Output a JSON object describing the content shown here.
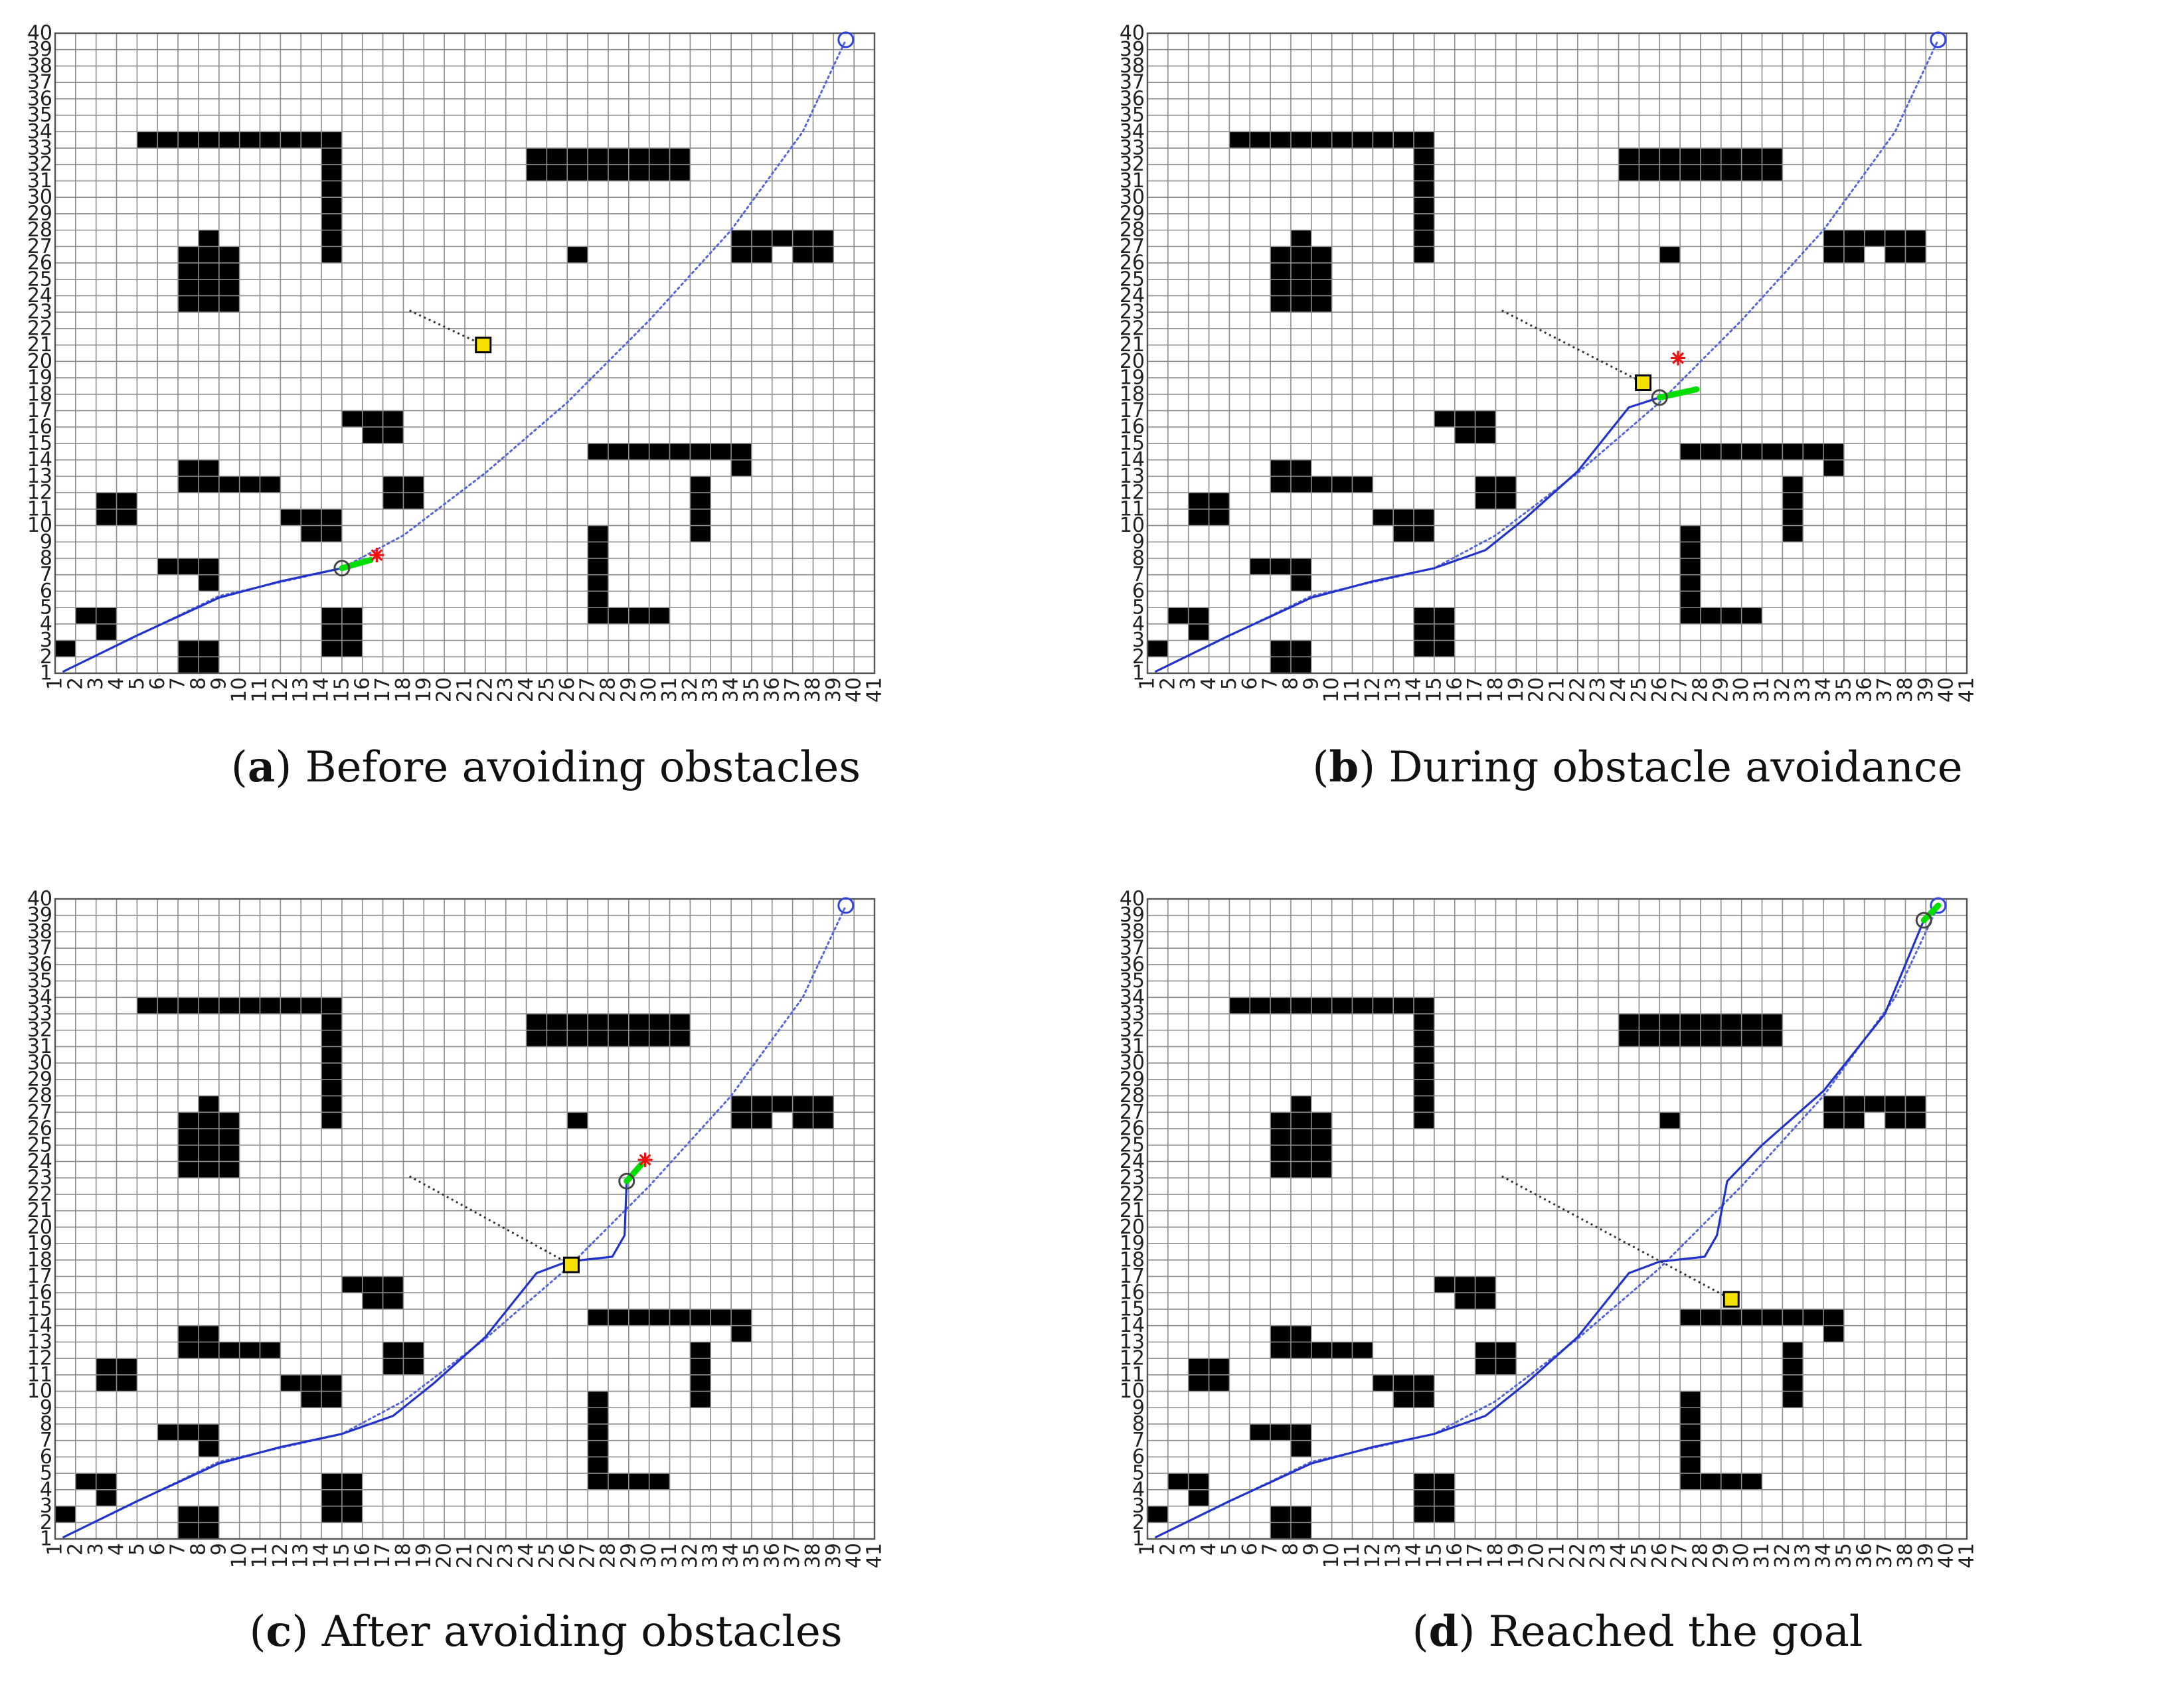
{
  "colors": {
    "grid": "#8c8c8c",
    "obstacle": "#000000",
    "path": "#2233cc",
    "planned": "#5566dd",
    "heading": "#00dd00",
    "target_star": "#ee1111",
    "moving_obstacle": "#f6e000",
    "robot": "#444444",
    "goal": "#3344dd",
    "obstacle_trail": "#333333"
  },
  "grid": {
    "x_ticks": [
      1,
      2,
      3,
      4,
      5,
      6,
      7,
      8,
      9,
      10,
      11,
      12,
      13,
      14,
      15,
      16,
      17,
      18,
      19,
      20,
      21,
      22,
      23,
      24,
      25,
      26,
      27,
      28,
      29,
      30,
      31,
      32,
      33,
      34,
      35,
      36,
      37,
      38,
      39,
      40,
      41
    ],
    "y_ticks": [
      1,
      2,
      3,
      4,
      5,
      6,
      7,
      8,
      9,
      10,
      11,
      12,
      13,
      14,
      15,
      16,
      17,
      18,
      19,
      20,
      21,
      22,
      23,
      24,
      25,
      26,
      27,
      28,
      29,
      30,
      31,
      32,
      33,
      34,
      35,
      36,
      37,
      38,
      39,
      40
    ],
    "x_range": [
      1,
      41
    ],
    "y_range": [
      1,
      40
    ]
  },
  "obstacles": [
    [
      5,
      34,
      15,
      33
    ],
    [
      14,
      33,
      15,
      26
    ],
    [
      7,
      27,
      10,
      23
    ],
    [
      8,
      28,
      9,
      27
    ],
    [
      24,
      33,
      32,
      31
    ],
    [
      26,
      27,
      27,
      26
    ],
    [
      34,
      28,
      36,
      26
    ],
    [
      36,
      28,
      37,
      27
    ],
    [
      37,
      28,
      39,
      26
    ],
    [
      15,
      17,
      18,
      16
    ],
    [
      16,
      16,
      18,
      15
    ],
    [
      7,
      14,
      9,
      12
    ],
    [
      9,
      13,
      12,
      12
    ],
    [
      3,
      12,
      5,
      10
    ],
    [
      17,
      13,
      19,
      11
    ],
    [
      12,
      11,
      15,
      10
    ],
    [
      13,
      10,
      15,
      9
    ],
    [
      6,
      8,
      9,
      7
    ],
    [
      8,
      7,
      9,
      6
    ],
    [
      27,
      15,
      35,
      14
    ],
    [
      34,
      14,
      35,
      13
    ],
    [
      32,
      13,
      33,
      9
    ],
    [
      27,
      10,
      28,
      4
    ],
    [
      28,
      5,
      31,
      4
    ],
    [
      2,
      5,
      4,
      4
    ],
    [
      3,
      4,
      4,
      3
    ],
    [
      1,
      3,
      2,
      2
    ],
    [
      7,
      3,
      9,
      1
    ],
    [
      14,
      5,
      16,
      2
    ]
  ],
  "planned_path": [
    [
      1.4,
      1.1
    ],
    [
      9,
      5.7
    ],
    [
      15,
      7.4
    ],
    [
      18,
      9.4
    ],
    [
      22,
      13.2
    ],
    [
      26,
      17.5
    ],
    [
      30,
      22.5
    ],
    [
      34,
      28
    ],
    [
      37.5,
      34
    ],
    [
      39.6,
      39.6
    ]
  ],
  "goal": [
    39.6,
    39.6
  ],
  "panels": [
    {
      "caption_letter": "a",
      "caption_text": " Before avoiding obstacles",
      "traveled": [
        [
          1.4,
          1.1
        ],
        [
          5,
          3.3
        ],
        [
          9,
          5.6
        ],
        [
          12,
          6.6
        ],
        [
          15,
          7.4
        ]
      ],
      "robot": [
        15,
        7.4
      ],
      "heading": [
        [
          15,
          7.4
        ],
        [
          16.4,
          7.9
        ]
      ],
      "star": [
        16.7,
        8.2
      ],
      "moving_obstacle": [
        21.9,
        21.0
      ],
      "obstacle_trail": [
        [
          18.3,
          23.1
        ],
        [
          21.9,
          21.0
        ]
      ]
    },
    {
      "caption_letter": "b",
      "caption_text": " During obstacle avoidance",
      "traveled": [
        [
          1.4,
          1.1
        ],
        [
          5,
          3.3
        ],
        [
          9,
          5.6
        ],
        [
          12,
          6.6
        ],
        [
          15,
          7.4
        ],
        [
          17.5,
          8.5
        ],
        [
          19.5,
          10.5
        ],
        [
          22,
          13.3
        ],
        [
          24.5,
          17.2
        ],
        [
          26,
          17.8
        ]
      ],
      "robot": [
        26,
        17.8
      ],
      "heading": [
        [
          26,
          17.8
        ],
        [
          27.8,
          18.3
        ]
      ],
      "star": [
        26.9,
        20.2
      ],
      "moving_obstacle": [
        25.2,
        18.7
      ],
      "obstacle_trail": [
        [
          18.3,
          23.1
        ],
        [
          25.2,
          18.7
        ]
      ]
    },
    {
      "caption_letter": "c",
      "caption_text": " After avoiding obstacles",
      "traveled": [
        [
          1.4,
          1.1
        ],
        [
          5,
          3.3
        ],
        [
          9,
          5.6
        ],
        [
          12,
          6.6
        ],
        [
          15,
          7.4
        ],
        [
          17.5,
          8.5
        ],
        [
          19.5,
          10.5
        ],
        [
          22,
          13.3
        ],
        [
          24.5,
          17.2
        ],
        [
          26,
          17.9
        ],
        [
          28.2,
          18.2
        ],
        [
          28.8,
          19.5
        ],
        [
          28.9,
          22.8
        ]
      ],
      "robot": [
        28.9,
        22.8
      ],
      "heading": [
        [
          28.9,
          22.8
        ],
        [
          29.6,
          23.8
        ]
      ],
      "star": [
        29.8,
        24.1
      ],
      "moving_obstacle": [
        26.2,
        17.7
      ],
      "obstacle_trail": [
        [
          18.3,
          23.1
        ],
        [
          26.2,
          17.7
        ]
      ]
    },
    {
      "caption_letter": "d",
      "caption_text": " Reached the goal",
      "traveled": [
        [
          1.4,
          1.1
        ],
        [
          5,
          3.3
        ],
        [
          9,
          5.6
        ],
        [
          12,
          6.6
        ],
        [
          15,
          7.4
        ],
        [
          17.5,
          8.5
        ],
        [
          19.5,
          10.5
        ],
        [
          22,
          13.3
        ],
        [
          24.5,
          17.2
        ],
        [
          26,
          17.9
        ],
        [
          28.2,
          18.2
        ],
        [
          28.8,
          19.5
        ],
        [
          29.3,
          22.8
        ],
        [
          31,
          25
        ],
        [
          34,
          28.3
        ],
        [
          37,
          33
        ],
        [
          38.9,
          38.7
        ]
      ],
      "robot": [
        38.9,
        38.7
      ],
      "heading": [
        [
          38.9,
          38.7
        ],
        [
          39.6,
          39.6
        ]
      ],
      "star": null,
      "moving_obstacle": [
        29.5,
        15.6
      ],
      "obstacle_trail": [
        [
          18.3,
          23.1
        ],
        [
          29.5,
          15.6
        ]
      ]
    }
  ]
}
